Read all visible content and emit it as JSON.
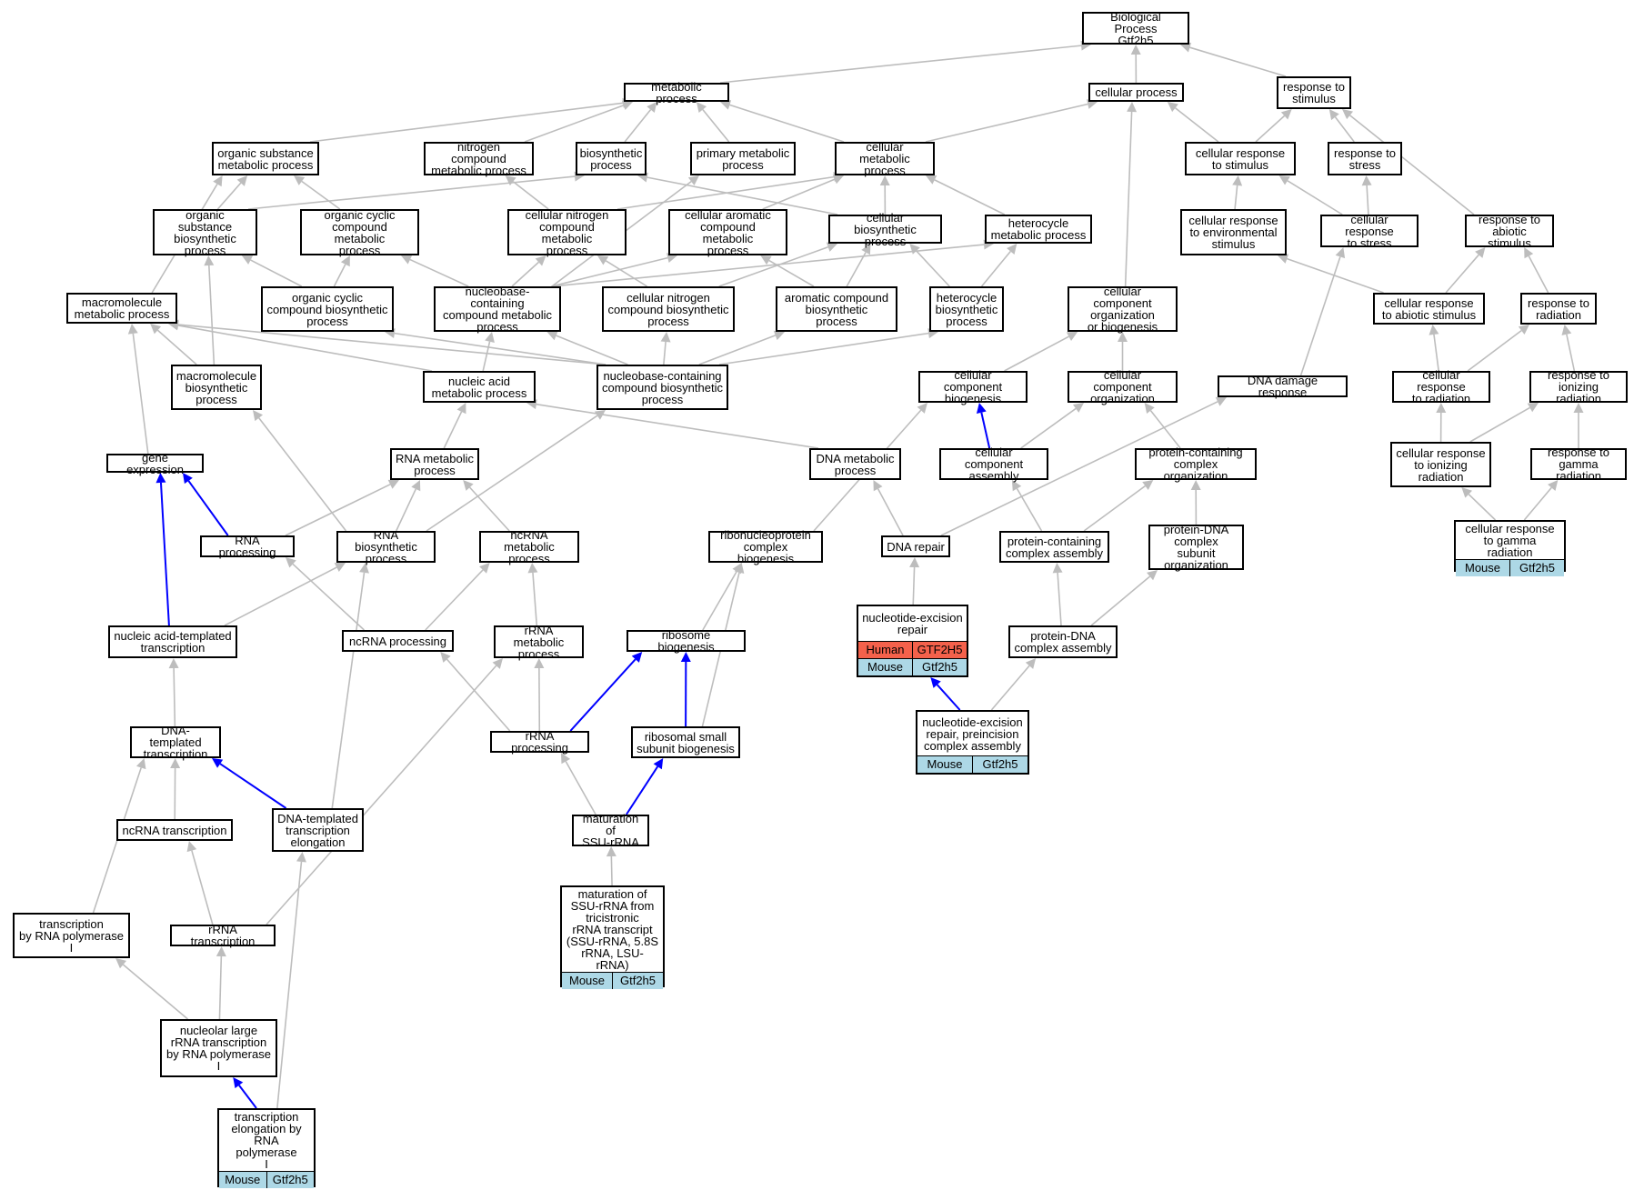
{
  "colors": {
    "edge_gray": "#bdbdbd",
    "edge_blue": "#0000ff",
    "mouse": "#add8e6",
    "human": "#f4614b"
  },
  "nodes": [
    {
      "id": "bp",
      "label": "Biological Process\nGtf2h5"
    },
    {
      "id": "metabolic",
      "label": "metabolic process"
    },
    {
      "id": "cellular",
      "label": "cellular process"
    },
    {
      "id": "resp_stim",
      "label": "response to\nstimulus"
    },
    {
      "id": "org_sub_met",
      "label": "organic substance\nmetabolic process"
    },
    {
      "id": "nitro_met",
      "label": "nitrogen compound\nmetabolic process"
    },
    {
      "id": "biosynth",
      "label": "biosynthetic\nprocess"
    },
    {
      "id": "primary_met",
      "label": "primary metabolic\nprocess"
    },
    {
      "id": "cell_met",
      "label": "cellular metabolic\nprocess"
    },
    {
      "id": "cell_resp_stim",
      "label": "cellular response\nto stimulus"
    },
    {
      "id": "resp_stress",
      "label": "response to\nstress"
    },
    {
      "id": "org_sub_bio",
      "label": "organic substance\nbiosynthetic\nprocess"
    },
    {
      "id": "org_cyc_met",
      "label": "organic cyclic\ncompound metabolic\nprocess"
    },
    {
      "id": "cell_nitro_met",
      "label": "cellular nitrogen\ncompound metabolic\nprocess"
    },
    {
      "id": "cell_arom_met",
      "label": "cellular aromatic\ncompound metabolic\nprocess"
    },
    {
      "id": "cell_bio",
      "label": "cellular biosynthetic\nprocess"
    },
    {
      "id": "hetero_met",
      "label": "heterocycle\nmetabolic process"
    },
    {
      "id": "cell_resp_env",
      "label": "cellular response\nto environmental\nstimulus"
    },
    {
      "id": "cell_resp_stress",
      "label": "cellular response\nto stress"
    },
    {
      "id": "resp_abiotic",
      "label": "response to\nabiotic stimulus"
    },
    {
      "id": "macro_met",
      "label": "macromolecule\nmetabolic process"
    },
    {
      "id": "org_cyc_bio",
      "label": "organic cyclic\ncompound biosynthetic\nprocess"
    },
    {
      "id": "nucbase_met",
      "label": "nucleobase-containing\ncompound metabolic\nprocess"
    },
    {
      "id": "cell_nitro_bio",
      "label": "cellular nitrogen\ncompound biosynthetic\nprocess"
    },
    {
      "id": "arom_bio",
      "label": "aromatic compound\nbiosynthetic\nprocess"
    },
    {
      "id": "hetero_bio",
      "label": "heterocycle\nbiosynthetic\nprocess"
    },
    {
      "id": "cc_org_bio",
      "label": "cellular component\norganization\nor biogenesis"
    },
    {
      "id": "cell_resp_abiotic",
      "label": "cellular response\nto abiotic stimulus"
    },
    {
      "id": "resp_rad",
      "label": "response to\nradiation"
    },
    {
      "id": "macro_bio",
      "label": "macromolecule\nbiosynthetic\nprocess"
    },
    {
      "id": "nucacid_met",
      "label": "nucleic acid\nmetabolic process"
    },
    {
      "id": "nucbase_bio",
      "label": "nucleobase-containing\ncompound biosynthetic\nprocess"
    },
    {
      "id": "cc_biogenesis",
      "label": "cellular component\nbiogenesis"
    },
    {
      "id": "cc_org",
      "label": "cellular component\norganization"
    },
    {
      "id": "dna_damage",
      "label": "DNA damage response"
    },
    {
      "id": "cell_resp_rad",
      "label": "cellular response\nto radiation"
    },
    {
      "id": "resp_ion",
      "label": "response to\nionizing radiation"
    },
    {
      "id": "gene_expr",
      "label": "gene expression"
    },
    {
      "id": "rna_met",
      "label": "RNA metabolic\nprocess"
    },
    {
      "id": "dna_met",
      "label": "DNA metabolic\nprocess"
    },
    {
      "id": "cc_assembly",
      "label": "cellular component\nassembly"
    },
    {
      "id": "prot_cx_org",
      "label": "protein-containing\ncomplex organization"
    },
    {
      "id": "cell_resp_ion",
      "label": "cellular response\nto ionizing\nradiation"
    },
    {
      "id": "resp_gamma",
      "label": "response to\ngamma radiation"
    },
    {
      "id": "rna_proc",
      "label": "RNA processing"
    },
    {
      "id": "rna_bio",
      "label": "RNA biosynthetic\nprocess"
    },
    {
      "id": "ncrna_met",
      "label": "ncRNA metabolic\nprocess"
    },
    {
      "id": "rnp_bio",
      "label": "ribonucleoprotein\ncomplex biogenesis"
    },
    {
      "id": "dna_repair",
      "label": "DNA repair"
    },
    {
      "id": "prot_cx_asm",
      "label": "protein-containing\ncomplex assembly"
    },
    {
      "id": "pdna_sub_org",
      "label": "protein-DNA\ncomplex subunit\norganization"
    },
    {
      "id": "cell_resp_gamma",
      "label": "cellular response\nto gamma radiation",
      "anno": [
        [
          "Mouse",
          "Gtf2h5"
        ]
      ]
    },
    {
      "id": "nucacid_tmpl",
      "label": "nucleic acid-templated\ntranscription"
    },
    {
      "id": "ncrna_proc",
      "label": "ncRNA processing"
    },
    {
      "id": "rrna_met",
      "label": "rRNA metabolic\nprocess"
    },
    {
      "id": "ribo_bio",
      "label": "ribosome biogenesis"
    },
    {
      "id": "ner",
      "label": "nucleotide-excision\nrepair",
      "anno": [
        [
          "Human",
          "GTF2H5"
        ],
        [
          "Mouse",
          "Gtf2h5"
        ]
      ]
    },
    {
      "id": "pdna_asm",
      "label": "protein-DNA\ncomplex assembly"
    },
    {
      "id": "dna_tmpl",
      "label": "DNA-templated\ntranscription"
    },
    {
      "id": "rrna_proc",
      "label": "rRNA processing"
    },
    {
      "id": "ribo_small",
      "label": "ribosomal small\nsubunit biogenesis"
    },
    {
      "id": "ner_preinc",
      "label": "nucleotide-excision\nrepair, preincision\ncomplex assembly",
      "anno": [
        [
          "Mouse",
          "Gtf2h5"
        ]
      ]
    },
    {
      "id": "ncrna_tx",
      "label": "ncRNA transcription"
    },
    {
      "id": "dna_tmpl_elong",
      "label": "DNA-templated\ntranscription\nelongation"
    },
    {
      "id": "mat_ssu",
      "label": "maturation of\nSSU-rRNA"
    },
    {
      "id": "tx_pol1",
      "label": "transcription\nby RNA polymerase\nI"
    },
    {
      "id": "rrna_tx",
      "label": "rRNA transcription"
    },
    {
      "id": "mat_ssu_tri",
      "label": "maturation of\nSSU-rRNA from\ntricistronic\nrRNA transcript\n(SSU-rRNA, 5.8S\nrRNA, LSU-rRNA)",
      "anno": [
        [
          "Mouse",
          "Gtf2h5"
        ]
      ]
    },
    {
      "id": "nucleolar",
      "label": "nucleolar large\nrRNA transcription\nby RNA polymerase\nI"
    },
    {
      "id": "elong_pol1",
      "label": "transcription\nelongation by\nRNA polymerase\nI",
      "anno": [
        [
          "Mouse",
          "Gtf2h5"
        ]
      ]
    }
  ],
  "edges": [
    [
      "metabolic",
      "bp",
      0
    ],
    [
      "cellular",
      "bp",
      0
    ],
    [
      "resp_stim",
      "bp",
      0
    ],
    [
      "org_sub_met",
      "metabolic",
      0
    ],
    [
      "nitro_met",
      "metabolic",
      0
    ],
    [
      "biosynth",
      "metabolic",
      0
    ],
    [
      "primary_met",
      "metabolic",
      0
    ],
    [
      "cell_met",
      "metabolic",
      0
    ],
    [
      "cell_met",
      "cellular",
      0
    ],
    [
      "cell_resp_stim",
      "cellular",
      0
    ],
    [
      "cell_resp_stim",
      "resp_stim",
      0
    ],
    [
      "resp_stress",
      "resp_stim",
      0
    ],
    [
      "resp_abiotic",
      "resp_stim",
      0
    ],
    [
      "org_sub_bio",
      "org_sub_met",
      0
    ],
    [
      "org_sub_bio",
      "biosynth",
      0
    ],
    [
      "org_cyc_met",
      "org_sub_met",
      0
    ],
    [
      "cell_nitro_met",
      "nitro_met",
      0
    ],
    [
      "cell_nitro_met",
      "cell_met",
      0
    ],
    [
      "cell_arom_met",
      "cell_met",
      0
    ],
    [
      "cell_bio",
      "cell_met",
      0
    ],
    [
      "cell_bio",
      "biosynth",
      0
    ],
    [
      "hetero_met",
      "cell_met",
      0
    ],
    [
      "cell_resp_env",
      "cell_resp_stim",
      0
    ],
    [
      "cell_resp_stress",
      "cell_resp_stim",
      0
    ],
    [
      "cell_resp_stress",
      "resp_stress",
      0
    ],
    [
      "macro_met",
      "org_sub_met",
      0
    ],
    [
      "org_cyc_bio",
      "org_sub_bio",
      0
    ],
    [
      "org_cyc_bio",
      "org_cyc_met",
      0
    ],
    [
      "nucbase_met",
      "org_cyc_met",
      0
    ],
    [
      "nucbase_met",
      "cell_nitro_met",
      0
    ],
    [
      "nucbase_met",
      "cell_arom_met",
      0
    ],
    [
      "nucbase_met",
      "hetero_met",
      0
    ],
    [
      "nucbase_met",
      "primary_met",
      0
    ],
    [
      "cell_nitro_bio",
      "cell_nitro_met",
      0
    ],
    [
      "cell_nitro_bio",
      "cell_bio",
      0
    ],
    [
      "arom_bio",
      "cell_arom_met",
      0
    ],
    [
      "arom_bio",
      "cell_bio",
      0
    ],
    [
      "hetero_bio",
      "hetero_met",
      0
    ],
    [
      "hetero_bio",
      "cell_bio",
      0
    ],
    [
      "cc_org_bio",
      "cellular",
      0
    ],
    [
      "cell_resp_abiotic",
      "cell_resp_env",
      0
    ],
    [
      "cell_resp_abiotic",
      "resp_abiotic",
      0
    ],
    [
      "resp_rad",
      "resp_abiotic",
      0
    ],
    [
      "macro_bio",
      "macro_met",
      0
    ],
    [
      "macro_bio",
      "org_sub_bio",
      0
    ],
    [
      "nucacid_met",
      "macro_met",
      0
    ],
    [
      "nucacid_met",
      "nucbase_met",
      0
    ],
    [
      "nucbase_bio",
      "nucbase_met",
      0
    ],
    [
      "nucbase_bio",
      "org_cyc_bio",
      0
    ],
    [
      "nucbase_bio",
      "cell_nitro_bio",
      0
    ],
    [
      "nucbase_bio",
      "arom_bio",
      0
    ],
    [
      "nucbase_bio",
      "hetero_bio",
      0
    ],
    [
      "nucbase_bio",
      "macro_met",
      0
    ],
    [
      "cc_biogenesis",
      "cc_org_bio",
      0
    ],
    [
      "cc_org",
      "cc_org_bio",
      0
    ],
    [
      "dna_damage",
      "cell_resp_stress",
      0
    ],
    [
      "cell_resp_rad",
      "cell_resp_abiotic",
      0
    ],
    [
      "cell_resp_rad",
      "resp_rad",
      0
    ],
    [
      "resp_ion",
      "resp_rad",
      0
    ],
    [
      "gene_expr",
      "macro_met",
      0
    ],
    [
      "rna_met",
      "nucacid_met",
      0
    ],
    [
      "dna_met",
      "nucacid_met",
      0
    ],
    [
      "cc_assembly",
      "cc_biogenesis",
      1
    ],
    [
      "cc_assembly",
      "cc_org",
      0
    ],
    [
      "prot_cx_org",
      "cc_org",
      0
    ],
    [
      "cell_resp_ion",
      "cell_resp_rad",
      0
    ],
    [
      "cell_resp_ion",
      "resp_ion",
      0
    ],
    [
      "resp_gamma",
      "resp_ion",
      0
    ],
    [
      "rna_proc",
      "gene_expr",
      1
    ],
    [
      "rna_proc",
      "rna_met",
      0
    ],
    [
      "rna_bio",
      "rna_met",
      0
    ],
    [
      "rna_bio",
      "macro_bio",
      0
    ],
    [
      "rna_bio",
      "nucbase_bio",
      0
    ],
    [
      "ncrna_met",
      "rna_met",
      0
    ],
    [
      "rnp_bio",
      "cc_biogenesis",
      0
    ],
    [
      "dna_repair",
      "dna_met",
      0
    ],
    [
      "dna_repair",
      "dna_damage",
      0
    ],
    [
      "prot_cx_asm",
      "cc_assembly",
      0
    ],
    [
      "prot_cx_asm",
      "prot_cx_org",
      0
    ],
    [
      "pdna_sub_org",
      "prot_cx_org",
      0
    ],
    [
      "cell_resp_gamma",
      "cell_resp_ion",
      0
    ],
    [
      "cell_resp_gamma",
      "resp_gamma",
      0
    ],
    [
      "nucacid_tmpl",
      "gene_expr",
      1
    ],
    [
      "nucacid_tmpl",
      "rna_bio",
      0
    ],
    [
      "ncrna_proc",
      "rna_proc",
      0
    ],
    [
      "ncrna_proc",
      "ncrna_met",
      0
    ],
    [
      "rrna_met",
      "ncrna_met",
      0
    ],
    [
      "ribo_bio",
      "rnp_bio",
      0
    ],
    [
      "ner",
      "dna_repair",
      0
    ],
    [
      "pdna_asm",
      "prot_cx_asm",
      0
    ],
    [
      "pdna_asm",
      "pdna_sub_org",
      0
    ],
    [
      "dna_tmpl",
      "nucacid_tmpl",
      0
    ],
    [
      "rrna_proc",
      "ribo_bio",
      1
    ],
    [
      "rrna_proc",
      "ncrna_proc",
      0
    ],
    [
      "rrna_proc",
      "rrna_met",
      0
    ],
    [
      "ribo_small",
      "ribo_bio",
      1
    ],
    [
      "ribo_small",
      "rnp_bio",
      0
    ],
    [
      "ner_preinc",
      "ner",
      1
    ],
    [
      "ner_preinc",
      "pdna_asm",
      0
    ],
    [
      "ncrna_tx",
      "dna_tmpl",
      0
    ],
    [
      "dna_tmpl_elong",
      "dna_tmpl",
      1
    ],
    [
      "dna_tmpl_elong",
      "rna_bio",
      0
    ],
    [
      "mat_ssu",
      "rrna_proc",
      0
    ],
    [
      "mat_ssu",
      "ribo_small",
      1
    ],
    [
      "tx_pol1",
      "dna_tmpl",
      0
    ],
    [
      "rrna_tx",
      "ncrna_tx",
      0
    ],
    [
      "rrna_tx",
      "rrna_met",
      0
    ],
    [
      "mat_ssu_tri",
      "mat_ssu",
      0
    ],
    [
      "nucleolar",
      "tx_pol1",
      0
    ],
    [
      "nucleolar",
      "rrna_tx",
      0
    ],
    [
      "elong_pol1",
      "nucleolar",
      1
    ],
    [
      "elong_pol1",
      "dna_tmpl_elong",
      0
    ]
  ]
}
